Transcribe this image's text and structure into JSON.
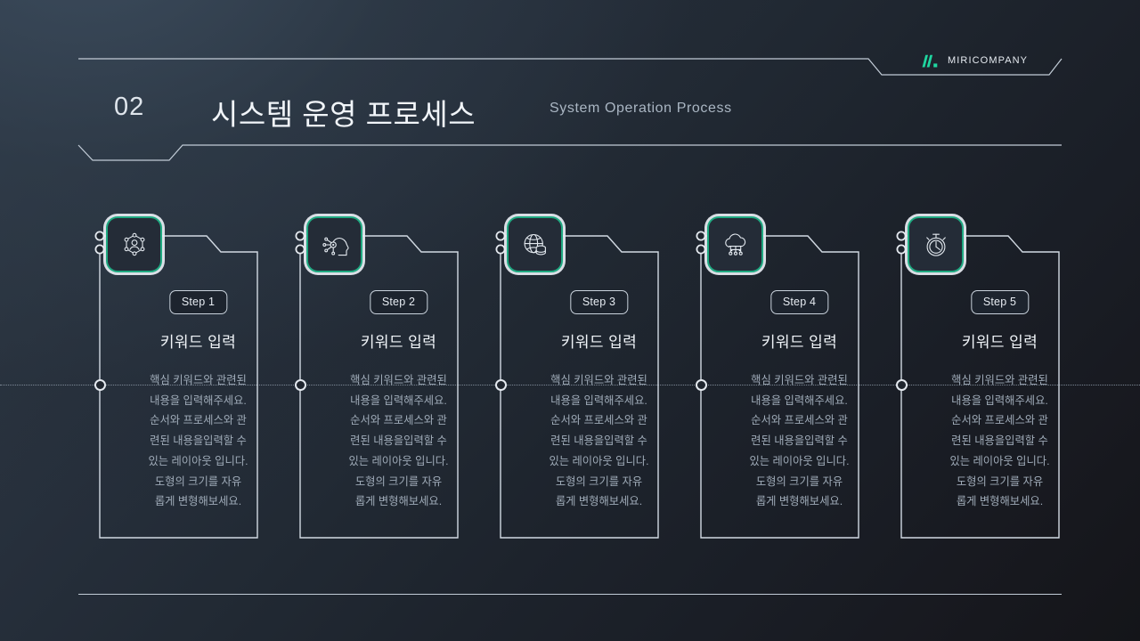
{
  "slide": {
    "number": "02",
    "title": "시스템 운영 프로세스",
    "subtitle": "System Operation Process",
    "accent_color": "#1fa981",
    "line_color": "#c2ccd7",
    "background_from": "#303b49",
    "background_to": "#141519"
  },
  "logo": {
    "name": "MIRICOMPANY",
    "mark": "miri-logo-icon",
    "mark_color": "#1fd6a0"
  },
  "steps": [
    {
      "badge": "Step 1",
      "title": "키워드 입력",
      "body": "핵심 키워드와 관련된\n내용을 입력해주세요.\n순서와 프로세스와 관\n련된 내용을입력할 수\n있는 레이아웃 입니다.\n도형의 크기를 자유\n롭게 변형해보세요.",
      "icon": "user-network-icon"
    },
    {
      "badge": "Step 2",
      "title": "키워드 입력",
      "body": "핵심 키워드와 관련된\n내용을 입력해주세요.\n순서와 프로세스와 관\n련된 내용을입력할 수\n있는 레이아웃 입니다.\n도형의 크기를 자유\n롭게 변형해보세요.",
      "icon": "ai-brain-head-icon"
    },
    {
      "badge": "Step 3",
      "title": "키워드 입력",
      "body": "핵심 키워드와 관련된\n내용을 입력해주세요.\n순서와 프로세스와 관\n련된 내용을입력할 수\n있는 레이아웃 입니다.\n도형의 크기를 자유\n롭게 변형해보세요.",
      "icon": "globe-database-icon"
    },
    {
      "badge": "Step 4",
      "title": "키워드 입력",
      "body": "핵심 키워드와 관련된\n내용을 입력해주세요.\n순서와 프로세스와 관\n련된 내용을입력할 수\n있는 레이아웃 입니다.\n도형의 크기를 자유\n롭게 변형해보세요.",
      "icon": "cloud-network-icon"
    },
    {
      "badge": "Step 5",
      "title": "키워드 입력",
      "body": "핵심 키워드와 관련된\n내용을 입력해주세요.\n순서와 프로세스와 관\n련된 내용을입력할 수\n있는 레이아웃 입니다.\n도형의 크기를 자유\n롭게 변형해보세요.",
      "icon": "stopwatch-icon"
    }
  ]
}
